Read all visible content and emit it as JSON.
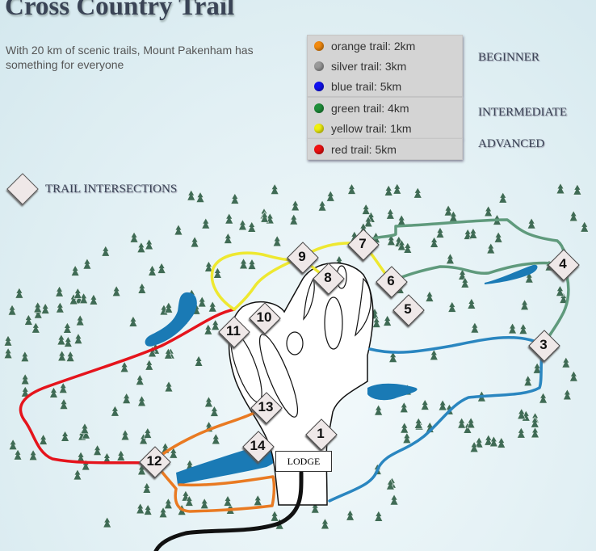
{
  "header": {
    "title": "Cross Country Trail",
    "subtitle": "With 20 km of scenic trails, Mount Pakenham has something for everyone"
  },
  "legend": {
    "groups": [
      {
        "level": "BEGINNER",
        "items": [
          {
            "label": "orange trail: 2km",
            "color": "#f28a0f"
          },
          {
            "label": "silver trail: 3km",
            "color": "#9a9a9a"
          },
          {
            "label": "blue trail: 5km",
            "color": "#1010f0"
          }
        ]
      },
      {
        "level": "INTERMEDIATE",
        "items": [
          {
            "label": "green trail: 4km",
            "color": "#1f8f3a"
          },
          {
            "label": "yellow trail: 1km",
            "color": "#f0f010"
          }
        ]
      },
      {
        "level": "ADVANCED",
        "items": [
          {
            "label": "red trail: 5km",
            "color": "#f01010"
          }
        ]
      }
    ],
    "intersections_label": "TRAIL INTERSECTIONS"
  },
  "map": {
    "trail_colors": {
      "red": "#e5141c",
      "yellow": "#eee830",
      "green": "#5f9a7c",
      "blue": "#2a86c0",
      "orange": "#e97a22",
      "road": "#111111"
    },
    "lake_color": "#1a7ab5",
    "intersections": [
      "1",
      "3",
      "4",
      "5",
      "6",
      "7",
      "8",
      "9",
      "10",
      "11",
      "12",
      "13",
      "14"
    ],
    "lodge_label": "LODGE"
  }
}
